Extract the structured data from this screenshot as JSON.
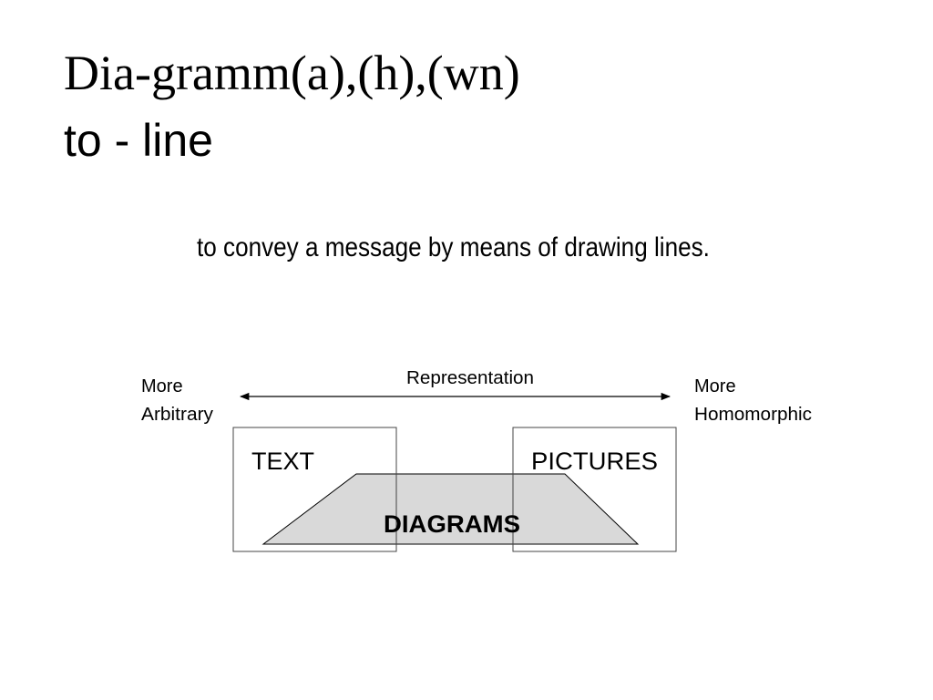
{
  "slide": {
    "title_line1": "Dia-gramm(a),(h),(wn)",
    "title_line2": "to - line",
    "subtitle": "to convey a message by means of drawing lines."
  },
  "diagram": {
    "axis_label": "Representation",
    "left_end": [
      "More",
      "Arbitrary"
    ],
    "right_end": [
      "More",
      "Homomorphic"
    ],
    "box_left_label": "TEXT",
    "box_right_label": "PICTURES",
    "middle_label": "DIAGRAMS",
    "colors": {
      "stroke": "#000000",
      "box_stroke": "#444444",
      "trapezoid_fill": "#d9d9d9"
    }
  }
}
